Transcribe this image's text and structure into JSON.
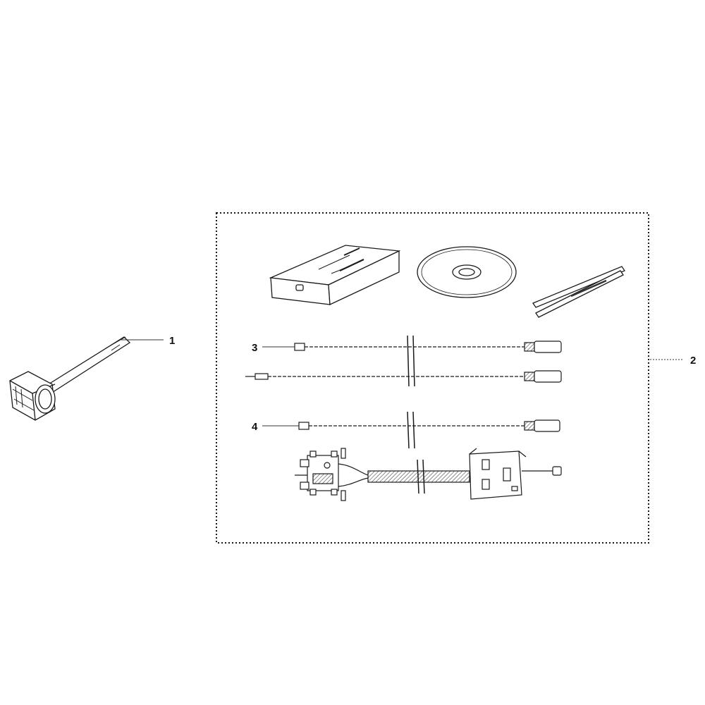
{
  "callouts": {
    "c1": "1",
    "c2": "2",
    "c3": "3",
    "c4": "4"
  },
  "colors": {
    "ink": "#1a1a1a",
    "line": "#333333",
    "hatch": "#555555"
  }
}
